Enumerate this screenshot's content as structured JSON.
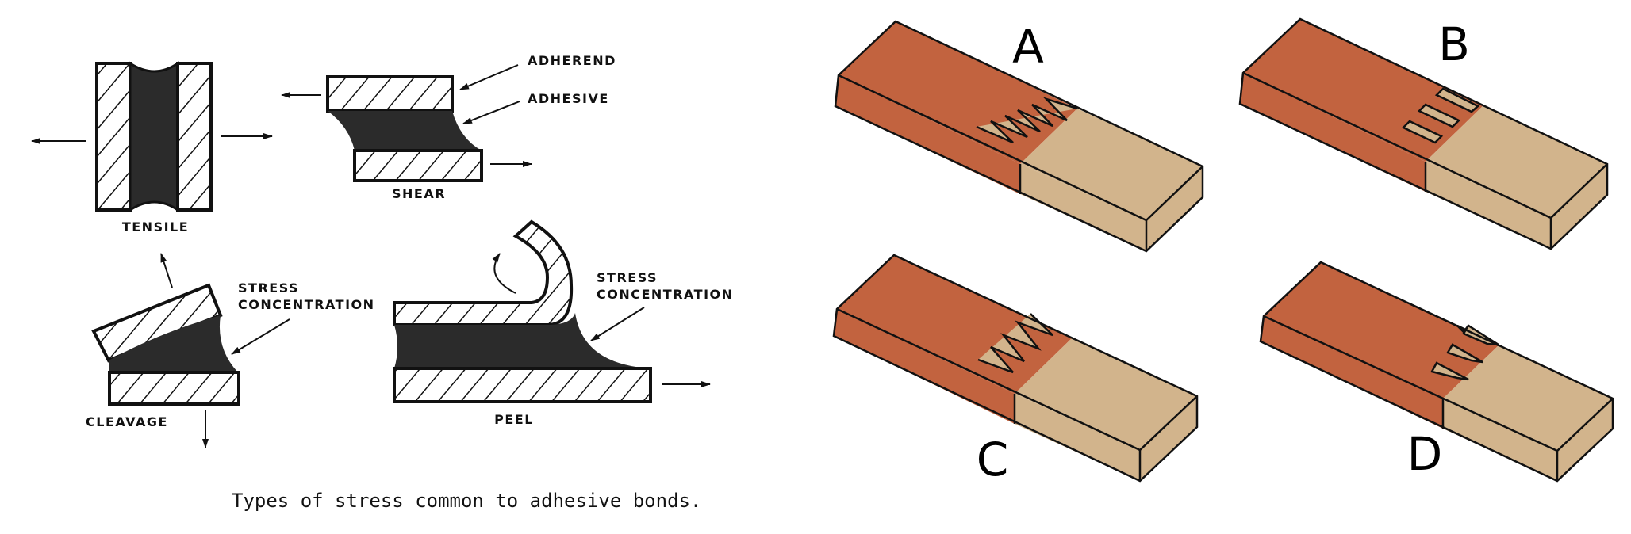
{
  "left_panel": {
    "caption": "Types of stress common to adhesive bonds.",
    "diagrams": {
      "tensile": {
        "label": "TENSILE"
      },
      "shear": {
        "label": "SHEAR",
        "callouts": [
          "ADHEREND",
          "ADHESIVE"
        ]
      },
      "cleavage": {
        "label": "CLEAVAGE",
        "callout_line1": "STRESS",
        "callout_line2": "CONCENTRATION"
      },
      "peel": {
        "label": "PEEL",
        "callout_line1": "STRESS",
        "callout_line2": "CONCENTRATION"
      }
    }
  },
  "right_panel": {
    "colors": {
      "dark_wood": "#c2633f",
      "light_wood": "#d2b48c",
      "outline": "#1a1a1a"
    },
    "joints": [
      {
        "letter": "A",
        "type": "fine finger joint (many sharp teeth)"
      },
      {
        "letter": "B",
        "type": "square finger joint (3 rectangular fingers)"
      },
      {
        "letter": "C",
        "type": "finger joint (sharp teeth)"
      },
      {
        "letter": "D",
        "type": "tapered finger joint (3 tapered fingers)"
      }
    ]
  }
}
